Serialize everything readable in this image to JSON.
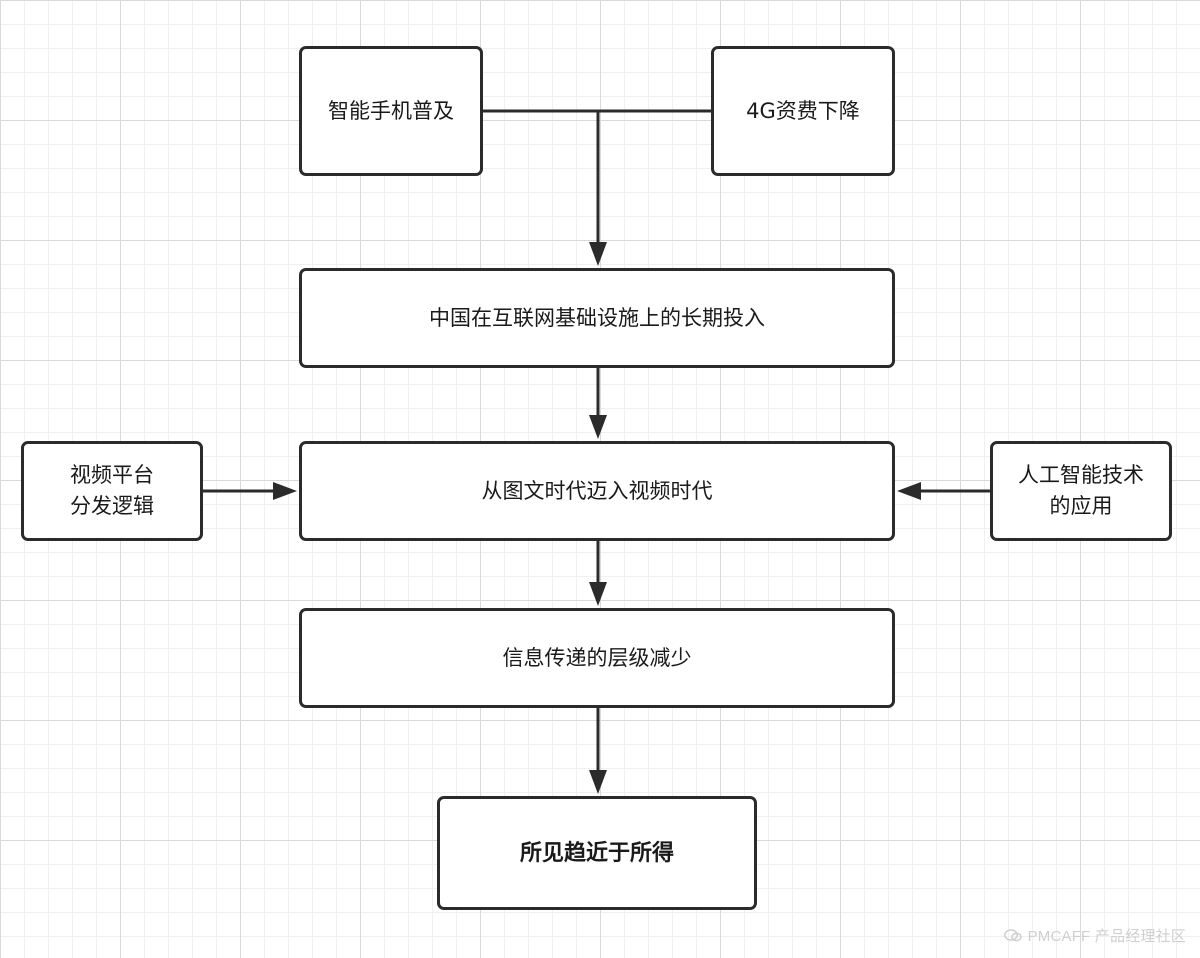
{
  "nodes": {
    "smartphone": "智能手机普及",
    "fee_4g": "4G资费下降",
    "infrastructure": "中国在互联网基础设施上的长期投入",
    "video_era": "从图文时代迈入视频时代",
    "platform_line1": "视频平台",
    "platform_line2": "分发逻辑",
    "ai_line1": "人工智能技术",
    "ai_line2": "的应用",
    "fewer_layers": "信息传递的层级减少",
    "result": "所见趋近于所得"
  },
  "watermark": {
    "text": "PMCAFF 产品经理社区",
    "icon": "chat-bubble-icon"
  },
  "colors": {
    "line": "#2b2b2b",
    "box_border": "#2b2b2b",
    "grid": "#d9d9d9",
    "watermark": "#cfcfcf"
  }
}
